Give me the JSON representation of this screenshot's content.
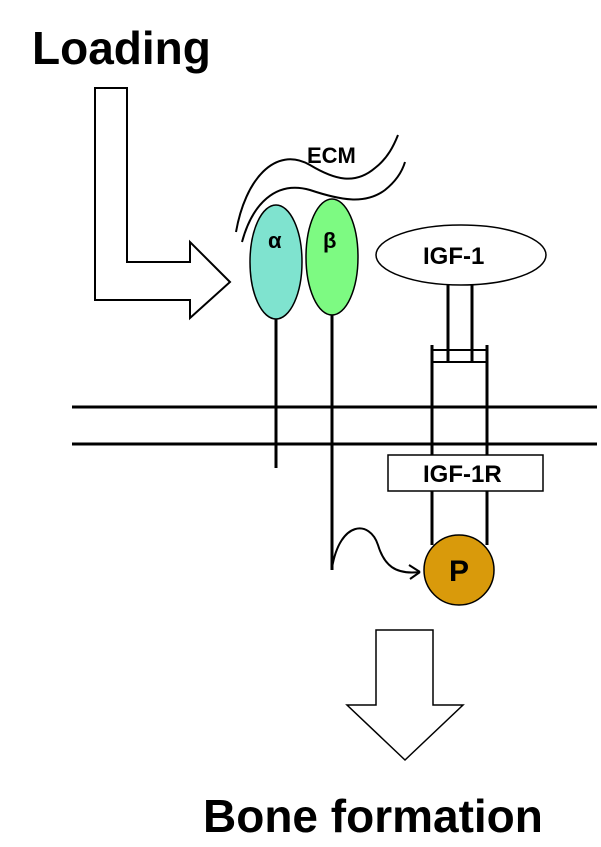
{
  "labels": {
    "loading": "Loading",
    "ecm": "ECM",
    "alpha": "α",
    "beta": "β",
    "igf1": "IGF-1",
    "igf1r": "IGF-1R",
    "phospho": "P",
    "bone_formation": "Bone formation"
  },
  "colors": {
    "alpha_subunit": "#7fe3cf",
    "beta_subunit": "#7dfa82",
    "phospho": "#d99a0b",
    "stroke": "#000000",
    "background": "#ffffff"
  }
}
